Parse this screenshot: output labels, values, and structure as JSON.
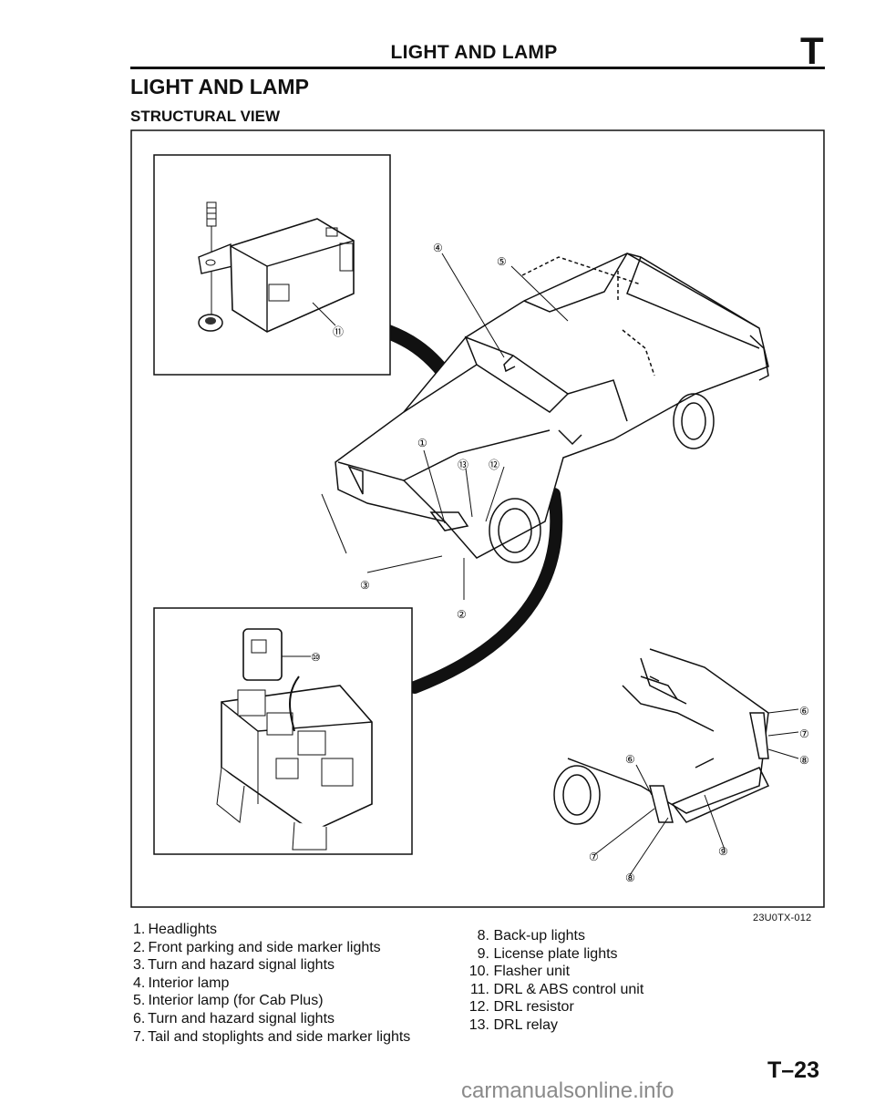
{
  "header": {
    "running_title": "LIGHT AND LAMP",
    "section_letter": "T"
  },
  "page": {
    "title": "LIGHT AND LAMP",
    "subtitle": "STRUCTURAL VIEW",
    "page_number": "T–23"
  },
  "figure": {
    "figure_id": "23U0TX-012",
    "callouts": [
      "①",
      "②",
      "③",
      "④",
      "⑤",
      "⑥",
      "⑦",
      "⑧",
      "⑨",
      "⑩",
      "⑪",
      "⑫",
      "⑬"
    ]
  },
  "legend": {
    "left": [
      {
        "num": "1.",
        "label": "Headlights"
      },
      {
        "num": "2.",
        "label": "Front parking and side marker lights"
      },
      {
        "num": "3.",
        "label": "Turn and hazard signal lights"
      },
      {
        "num": "4.",
        "label": "Interior lamp"
      },
      {
        "num": "5.",
        "label": "Interior lamp (for Cab Plus)"
      },
      {
        "num": "6.",
        "label": "Turn and hazard signal lights"
      },
      {
        "num": "7.",
        "label": "Tail and stoplights and side marker lights"
      }
    ],
    "right": [
      {
        "num": "8.",
        "label": "Back-up lights"
      },
      {
        "num": "9.",
        "label": "License plate lights"
      },
      {
        "num": "10.",
        "label": "Flasher unit"
      },
      {
        "num": "11.",
        "label": "DRL & ABS control unit"
      },
      {
        "num": "12.",
        "label": "DRL resistor"
      },
      {
        "num": "13.",
        "label": "DRL relay"
      }
    ]
  },
  "watermark": "carmanualsonline.info"
}
